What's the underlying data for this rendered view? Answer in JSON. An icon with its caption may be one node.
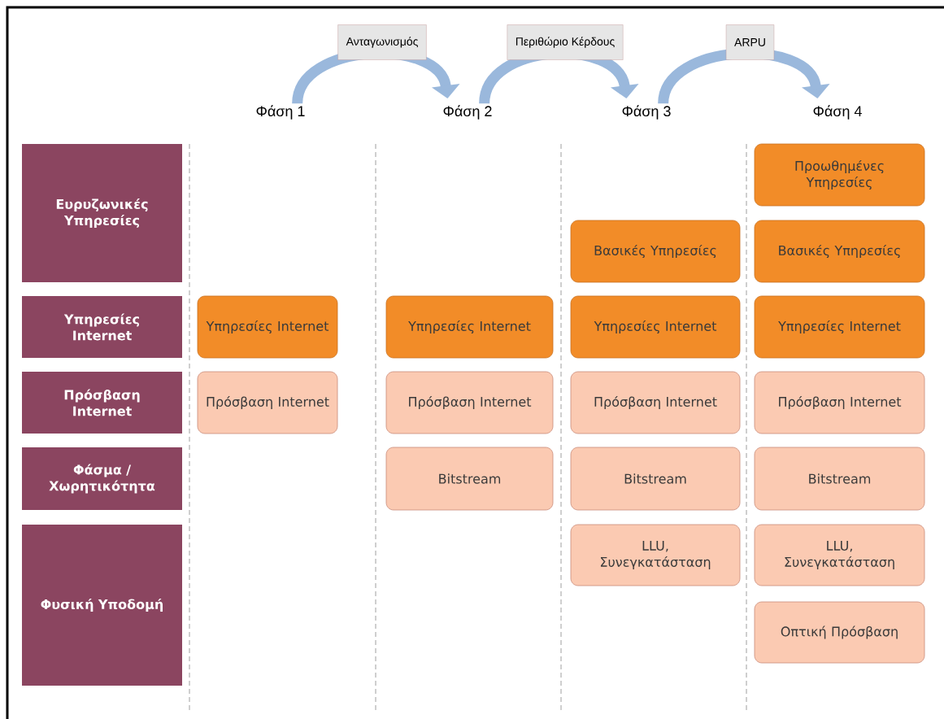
{
  "diagram": {
    "nodes": [
      {
        "text": [
          "Φάση 1"
        ]
      },
      {
        "text": [
          "Φάση 2"
        ]
      },
      {
        "text": [
          "Φάση 3"
        ]
      },
      {
        "text": [
          "Φάση 4"
        ]
      },
      {
        "text": [
          "Ευρυζωνικές Υπηρεσίες"
        ]
      },
      {
        "text": [
          "Προωθημένες Υπηρεσίες"
        ]
      },
      {
        "text": [
          "Βασικές Υπηρεσίες"
        ]
      },
      {
        "text": [
          "Βασικές Υπηρεσίες"
        ]
      },
      {
        "text": [
          "Υπηρεσίες Internet"
        ]
      },
      {
        "text": [
          "Υπηρεσίες Internet"
        ]
      },
      {
        "text": [
          "Υπηρεσίες Internet"
        ]
      },
      {
        "text": [
          "Υπηρεσίες Internet"
        ]
      },
      {
        "text": [
          "Υπηρεσίες Internet"
        ]
      },
      {
        "text": [
          "Πρόσβαση Internet"
        ]
      },
      {
        "text": [
          "Πρόσβαση Internet"
        ]
      },
      {
        "text": [
          "Πρόσβαση Internet"
        ]
      },
      {
        "text": [
          "Πρόσβαση Internet"
        ]
      },
      {
        "text": [
          "Πρόσβαση Internet"
        ]
      },
      {
        "text": [
          "Φάσμα / Χωρητικότητα"
        ]
      },
      {
        "text": [
          "Bitstream"
        ]
      },
      {
        "text": [
          "Bitstream"
        ]
      },
      {
        "text": [
          "Bitstream"
        ]
      },
      {
        "text": [
          "Φυσική Υποδομή"
        ]
      },
      {
        "text": [
          "LLU, Συνεγκατάσταση"
        ]
      },
      {
        "text": [
          "LLU, Συνεγκατάσταση"
        ]
      },
      {
        "text": [
          "Οπτική Πρόσβαση"
        ]
      }
    ],
    "edges": [
      {
        "from": 0,
        "to": 1,
        "arrow": "to",
        "label": "Ανταγωνισμός"
      },
      {
        "from": 1,
        "to": 2,
        "arrow": "to",
        "label": "Περιθώριο Κέρδους"
      },
      {
        "from": 2,
        "to": 3,
        "arrow": "to",
        "label": "ARPU"
      }
    ]
  }
}
